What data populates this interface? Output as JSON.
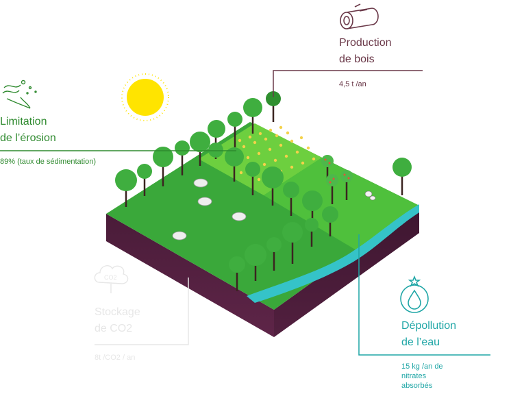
{
  "labels": {
    "wood": {
      "title": "Production\nde bois",
      "value": "4,5 t /an"
    },
    "erosion": {
      "title": "Limitation\nde l’érosion",
      "value": "89% (taux de sédimentation)"
    },
    "water": {
      "title": "Dépollution\nde l’eau",
      "value": "15 kg /an de\nnitrates\nabsorbés"
    },
    "co2": {
      "title": "Stockage\nde CO2",
      "value": "8t /CO2 / an",
      "icon_text": "CO2"
    }
  },
  "icons": {
    "wood": "log-icon",
    "erosion": "wind-erosion-icon",
    "water": "water-drop-icon",
    "co2": "co2-cloud-icon",
    "sun": "sun-icon"
  },
  "colors": {
    "wood": "#6a3848",
    "erosion": "#2f8a2f",
    "water": "#1fa6a6",
    "co2": "#e7e7e7",
    "grass": "#3fb53f",
    "soil": "#5c2346",
    "river": "#35c3c8",
    "sun": "#ffe400"
  }
}
